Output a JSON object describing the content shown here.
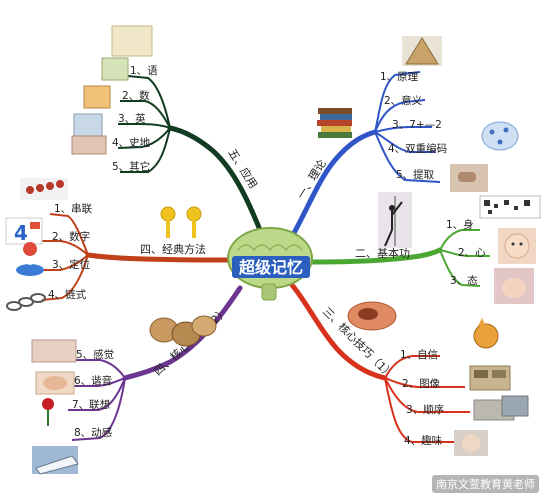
{
  "center": {
    "title": "超级记忆"
  },
  "branches": [
    {
      "key": "b1",
      "title": "一、理论",
      "items": [
        "1、原理",
        "2、意义",
        "3、7+—2",
        "4、双重编码",
        "5、提取"
      ]
    },
    {
      "key": "b2",
      "title": "二、基本功",
      "items": [
        "1、身",
        "2、心",
        "3、态"
      ]
    },
    {
      "key": "b3",
      "title": "三、核心技巧（1）",
      "items": [
        "1、自信",
        "2、图像",
        "3、顺序",
        "4、趣味"
      ]
    },
    {
      "key": "b4",
      "title": "四、核心技巧（2）",
      "items": [
        "5、感觉",
        "6、谐音",
        "7、联想",
        "8、动感"
      ]
    },
    {
      "key": "b5",
      "title": "四、经典方法",
      "items": [
        "1、串联",
        "2、数字",
        "3、定位",
        "4、链式"
      ]
    },
    {
      "key": "b6",
      "title": "五、应用",
      "items": [
        "1、语",
        "2、数",
        "3、英",
        "4、史地",
        "5、其它"
      ]
    }
  ],
  "colors": {
    "b1": "#2f55c8",
    "b2": "#4aa832",
    "b3": "#d8321e",
    "b4": "#6b3590",
    "b5": "#c0401a",
    "b6": "#123c22",
    "center_fill": "#2a5fbf"
  },
  "icons": {
    "b1": [
      "pyramid-icon",
      "books-icon",
      "brain-network-icon",
      "hand-pointing-icon"
    ],
    "b2": [
      "dancer-icon",
      "baby-face-icon",
      "sleeping-baby-icon",
      "qr-code-icon"
    ],
    "b3": [
      "peach-icon",
      "fox-cartoon-icon",
      "photo-cards-icon",
      "stacked-photos-icon"
    ],
    "b4": [
      "walnut-icon",
      "senses-icon",
      "foot-icon",
      "rose-icon",
      "train-icon"
    ],
    "b5": [
      "keys-icon",
      "chain-beads-icon",
      "number-four-icon",
      "location-pin-icon",
      "chain-link-icon"
    ],
    "b6": [
      "textbooks-icon"
    ]
  },
  "watermark": "南京文萱教育黄老师"
}
